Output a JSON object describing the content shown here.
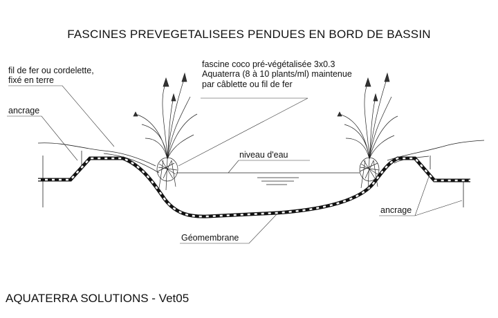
{
  "title": "FASCINES PREVEGETALISEES PENDUES EN BORD DE BASSIN",
  "labels": {
    "wire": [
      "fil de fer ou cordelette,",
      "fixé en terre"
    ],
    "fascine": [
      "fascine coco pré-végétalisée 3x0.3",
      "Aquaterra (8 à 10 plants/ml) maintenue",
      "par câblette ou fil de fer"
    ],
    "anchor_left": "ancrage",
    "anchor_right": "ancrage",
    "water_level": "niveau d'eau",
    "membrane": "Géomembrane"
  },
  "footer": "AQUATERRA SOLUTIONS - Vet05"
}
